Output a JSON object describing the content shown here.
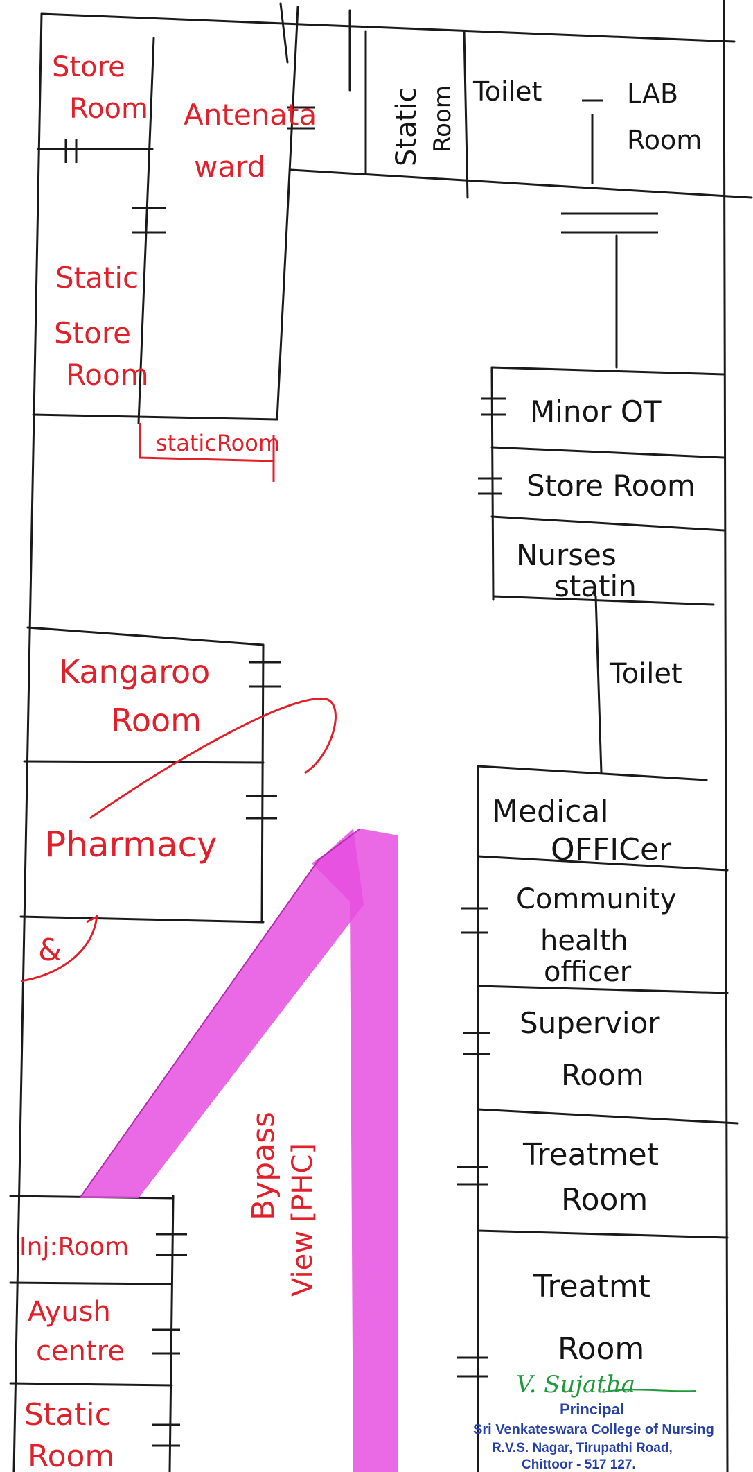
{
  "rooms": {
    "store_room_top": [
      "Store",
      "Room"
    ],
    "antenatal_ward": [
      "Antenata",
      "ward"
    ],
    "static_room_top": [
      "Static",
      "Room"
    ],
    "toilet_top": "Toilet",
    "lab_room": [
      "LAB",
      "Room"
    ],
    "static_store_room": [
      "Static",
      "Store",
      "Room"
    ],
    "static_room_small": "staticRoom",
    "minor_ot": "Minor OT",
    "store_room_right": "Store Room",
    "nurses_station": [
      "Nurses",
      "statin"
    ],
    "toilet_right": "Toilet",
    "kangaroo_room": [
      "Kangaroo",
      "Room"
    ],
    "pharmacy": "Pharmacy",
    "misc_mark": "&",
    "medical_officer": [
      "Medical",
      "OFFICer"
    ],
    "community_health_officer": [
      "Community",
      "health",
      "officer"
    ],
    "supervisor_room": [
      "Supervior",
      "Room"
    ],
    "treatment_room_1": [
      "Treatmet",
      "Room"
    ],
    "treatment_room_2": [
      "Treatmt",
      "Room"
    ],
    "inj_room": "Inj:Room",
    "ayush_centre": [
      "Ayush",
      "centre"
    ],
    "static_room_bottom": [
      "Static",
      "Room"
    ]
  },
  "road_label": [
    "Bypass",
    "View [PHC]"
  ],
  "stamp": {
    "signature": "V. Sujatha",
    "title": "Principal",
    "institution": "Sri Venkateswara College of Nursing",
    "address": "R.V.S. Nagar, Tirupathi Road,",
    "city": "Chittoor - 517 127."
  },
  "colors": {
    "ink_red": "#e0202a",
    "ink_black": "#141414",
    "road_magenta": "#e64fe0",
    "stamp_blue": "#2540a8",
    "signature_green": "#1f9a3a"
  }
}
